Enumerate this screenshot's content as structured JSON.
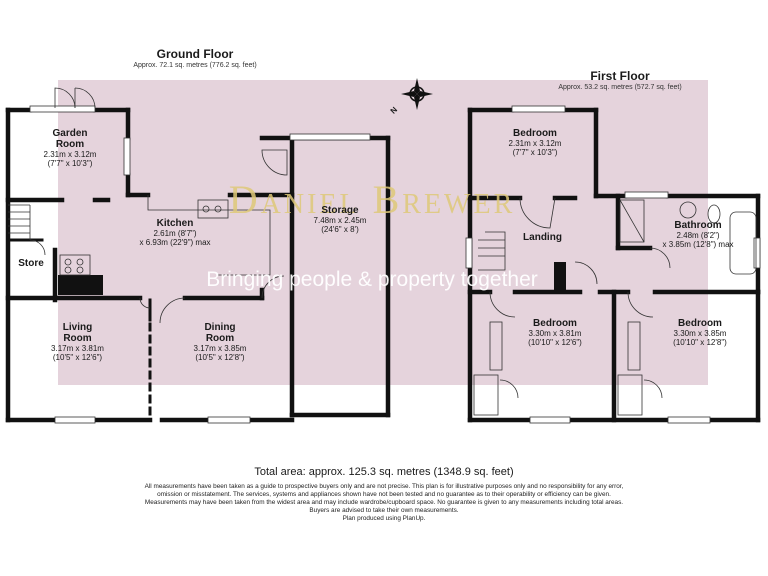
{
  "ground_floor": {
    "title": "Ground Floor",
    "area": "Approx. 72.1 sq. metres (776.2 sq. feet)",
    "rooms": {
      "garden_room": {
        "name": "Garden\nRoom",
        "dims": "2.31m x 3.12m\n(7'7\" x 10'3\")"
      },
      "kitchen": {
        "name": "Kitchen",
        "dims": "2.61m (8'7\")\nx 6.93m (22'9\") max"
      },
      "storage": {
        "name": "Storage",
        "dims": "7.48m x 2.45m\n(24'6\" x 8')"
      },
      "store": {
        "name": "Store",
        "dims": ""
      },
      "living_room": {
        "name": "Living\nRoom",
        "dims": "3.17m x 3.81m\n(10'5\" x 12'6\")"
      },
      "dining_room": {
        "name": "Dining\nRoom",
        "dims": "3.17m x 3.85m\n(10'5\" x 12'8\")"
      }
    }
  },
  "first_floor": {
    "title": "First Floor",
    "area": "Approx. 53.2 sq. metres (572.7 sq. feet)",
    "rooms": {
      "bedroom_top": {
        "name": "Bedroom",
        "dims": "2.31m x 3.12m\n(7'7\" x 10'3\")"
      },
      "landing": {
        "name": "Landing",
        "dims": ""
      },
      "bathroom": {
        "name": "Bathroom",
        "dims": "2.48m (8'2\")\nx 3.85m (12'8\") max"
      },
      "bedroom_left": {
        "name": "Bedroom",
        "dims": "3.30m x 3.81m\n(10'10\" x 12'6\")"
      },
      "bedroom_right": {
        "name": "Bedroom",
        "dims": "3.30m x 3.85m\n(10'10\" x 12'8\")"
      }
    }
  },
  "compass": {
    "label": "N",
    "icon": "compass-icon"
  },
  "watermark": {
    "name": "Daniel Brewer",
    "tagline": "Bringing people & property together"
  },
  "total_area": "Total area: approx. 125.3 sq. metres (1348.9 sq. feet)",
  "disclaimer": [
    "All measurements have been taken as a guide to prospective buyers only and are not precise. This plan is for illustrative purposes only and no responsibility for any error,",
    "omission or misstatement. The services, systems and appliances shown have not been tested and no guarantee as to their operability or efficiency can be given.",
    "Measurements may have been taken from the widest area and may include wardrobe/cupboard space. No guarantee is given to any measurements including total areas.",
    "Buyers are advised to take their own measurements.",
    "Plan produced using PlanUp."
  ],
  "colors": {
    "watermark_band": "#e5d3dc",
    "wall": "#111111",
    "paper": "#ffffff"
  }
}
